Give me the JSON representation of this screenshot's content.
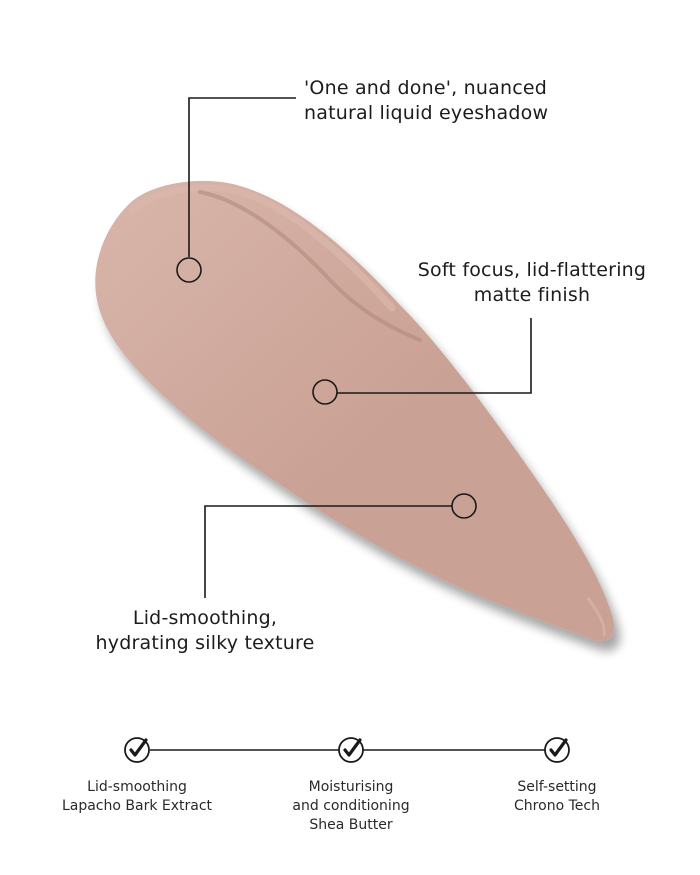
{
  "colors": {
    "swatch": "#caa195",
    "swatch_highlight": "#d9b6aa",
    "swatch_shadow": "#b38a7e",
    "line": "#1a1a1a"
  },
  "callouts": [
    {
      "lines": [
        "'One and done', nuanced",
        "natural liquid eyeshadow"
      ]
    },
    {
      "lines": [
        "Soft focus, lid-flattering",
        "matte finish"
      ]
    },
    {
      "lines": [
        "Lid-smoothing,",
        "hydrating silky texture"
      ]
    }
  ],
  "features": [
    {
      "icon": "checkmark-icon",
      "lines": [
        "Lid-smoothing",
        "Lapacho Bark Extract"
      ]
    },
    {
      "icon": "checkmark-icon",
      "lines": [
        "Moisturising",
        "and conditioning",
        "Shea Butter"
      ]
    },
    {
      "icon": "checkmark-icon",
      "lines": [
        "Self-setting",
        "Chrono Tech"
      ]
    }
  ]
}
